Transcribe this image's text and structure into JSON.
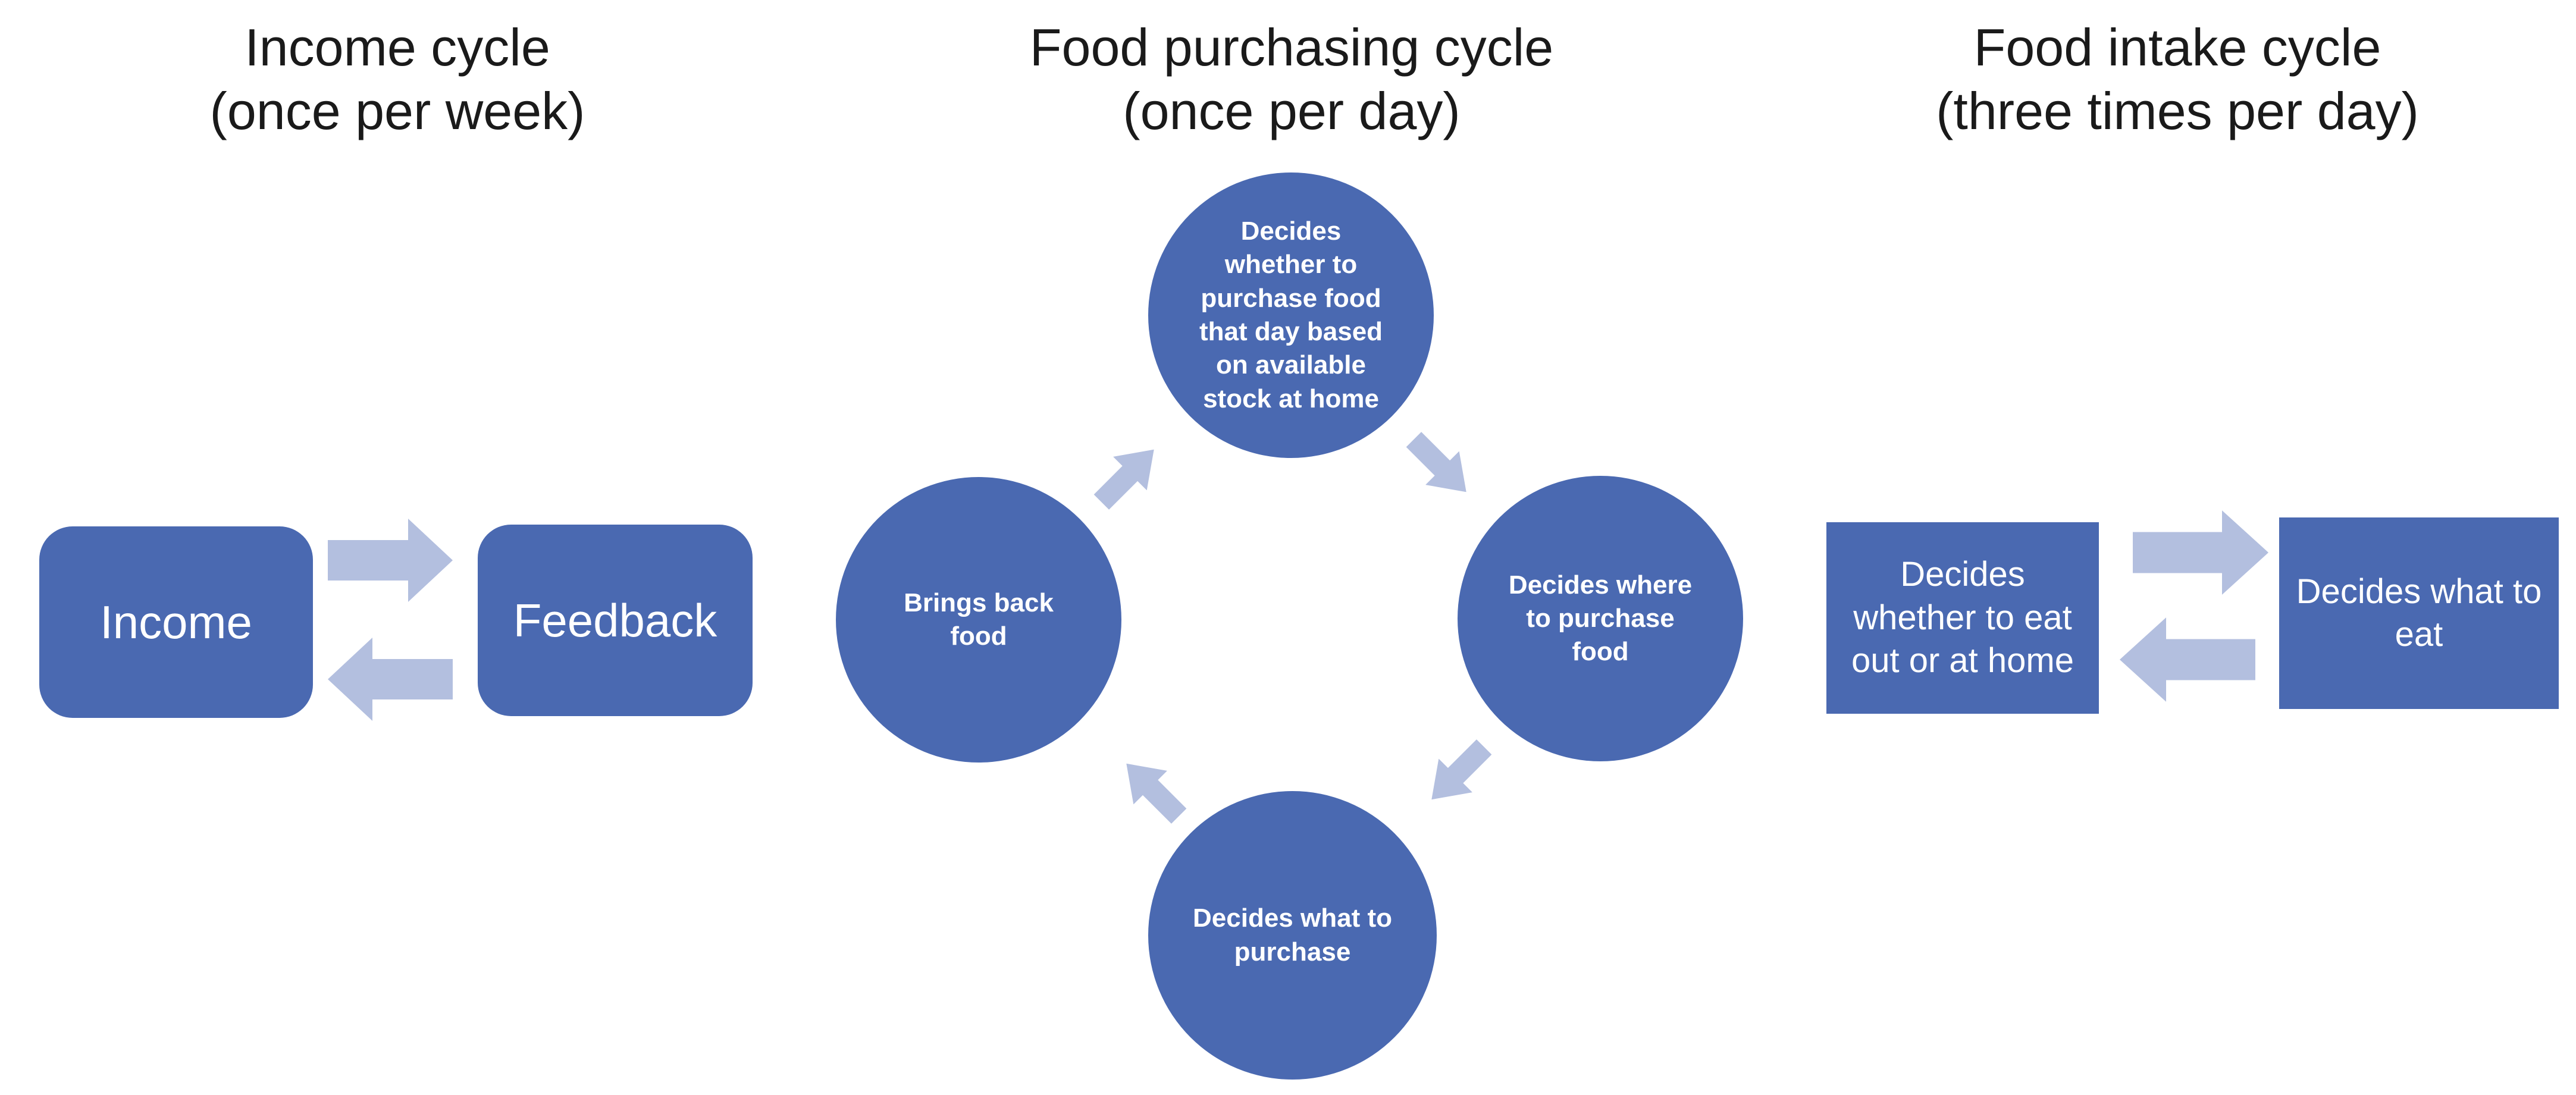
{
  "colors": {
    "shape_blue": "#4a69b1",
    "arrow_light_blue": "#b3bfdf",
    "title_text": "#1a1a1a",
    "shape_text": "#ffffff",
    "background": "#ffffff"
  },
  "income_cycle": {
    "title_line1": "Income cycle",
    "title_line2": "(once per week)",
    "income_label": "Income",
    "feedback_label": "Feedback",
    "arrows": [
      {
        "from": "Income",
        "to": "Feedback",
        "direction": "right"
      },
      {
        "from": "Feedback",
        "to": "Income",
        "direction": "left"
      }
    ]
  },
  "food_purchasing_cycle": {
    "title_line1": "Food purchasing cycle",
    "title_line2": "(once per day)",
    "top_circle": "Decides whether to purchase food that day based on available stock at home",
    "right_circle": "Decides where to purchase food",
    "bottom_circle": "Decides what to purchase",
    "left_circle": "Brings back food",
    "flow_direction": "clockwise",
    "arrows": [
      {
        "from": "left_circle",
        "to": "top_circle",
        "direction": "up-right"
      },
      {
        "from": "top_circle",
        "to": "right_circle",
        "direction": "down-right"
      },
      {
        "from": "right_circle",
        "to": "bottom_circle",
        "direction": "down-left"
      },
      {
        "from": "bottom_circle",
        "to": "left_circle",
        "direction": "up-left"
      }
    ]
  },
  "food_intake_cycle": {
    "title_line1": "Food intake cycle",
    "title_line2": "(three times per day)",
    "left_box": "Decides whether to eat out or at home",
    "right_box": "Decides what to eat",
    "arrows": [
      {
        "from": "left_box",
        "to": "right_box",
        "direction": "right"
      },
      {
        "from": "right_box",
        "to": "left_box",
        "direction": "left"
      }
    ]
  }
}
